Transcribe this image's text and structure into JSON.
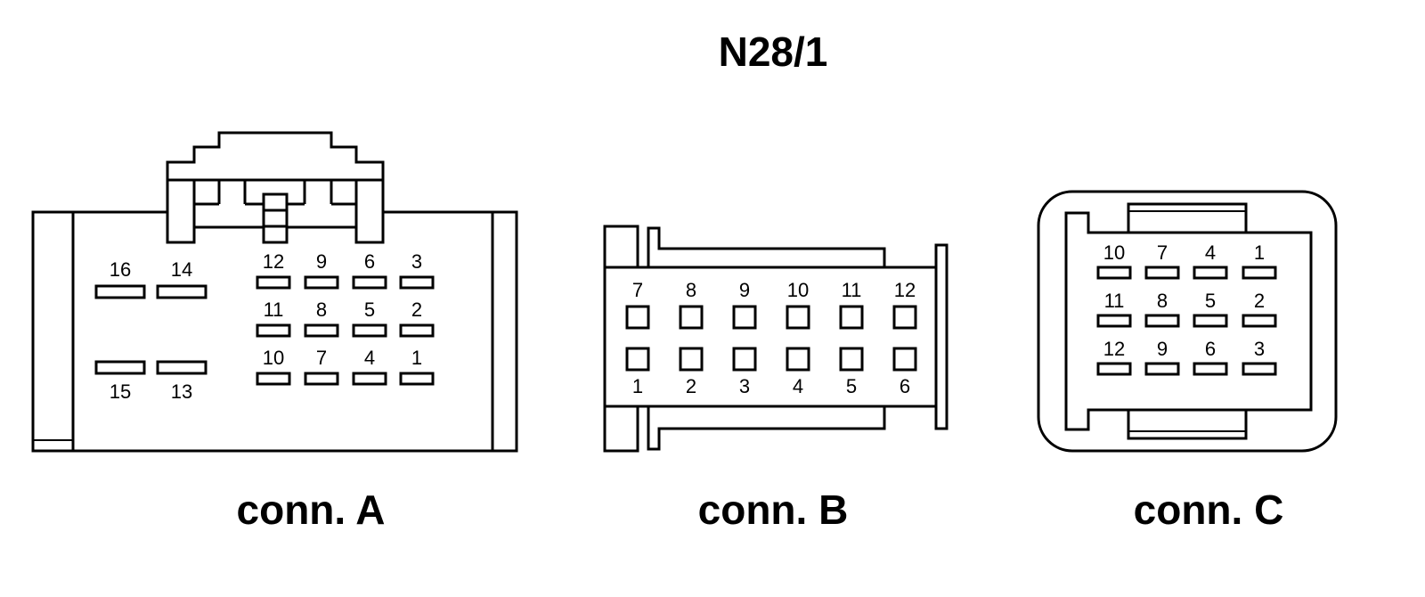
{
  "title": "N28/1",
  "colors": {
    "line": "#000000",
    "background": "#ffffff"
  },
  "connectors": [
    {
      "id": "A",
      "name": "conn. A",
      "pins": [
        "1",
        "2",
        "3",
        "4",
        "5",
        "6",
        "7",
        "8",
        "9",
        "10",
        "11",
        "12",
        "13",
        "14",
        "15",
        "16"
      ]
    },
    {
      "id": "B",
      "name": "conn. B",
      "pins": [
        "1",
        "2",
        "3",
        "4",
        "5",
        "6",
        "7",
        "8",
        "9",
        "10",
        "11",
        "12"
      ]
    },
    {
      "id": "C",
      "name": "conn. C",
      "pins": [
        "1",
        "2",
        "3",
        "4",
        "5",
        "6",
        "7",
        "8",
        "9",
        "10",
        "11",
        "12"
      ]
    }
  ]
}
